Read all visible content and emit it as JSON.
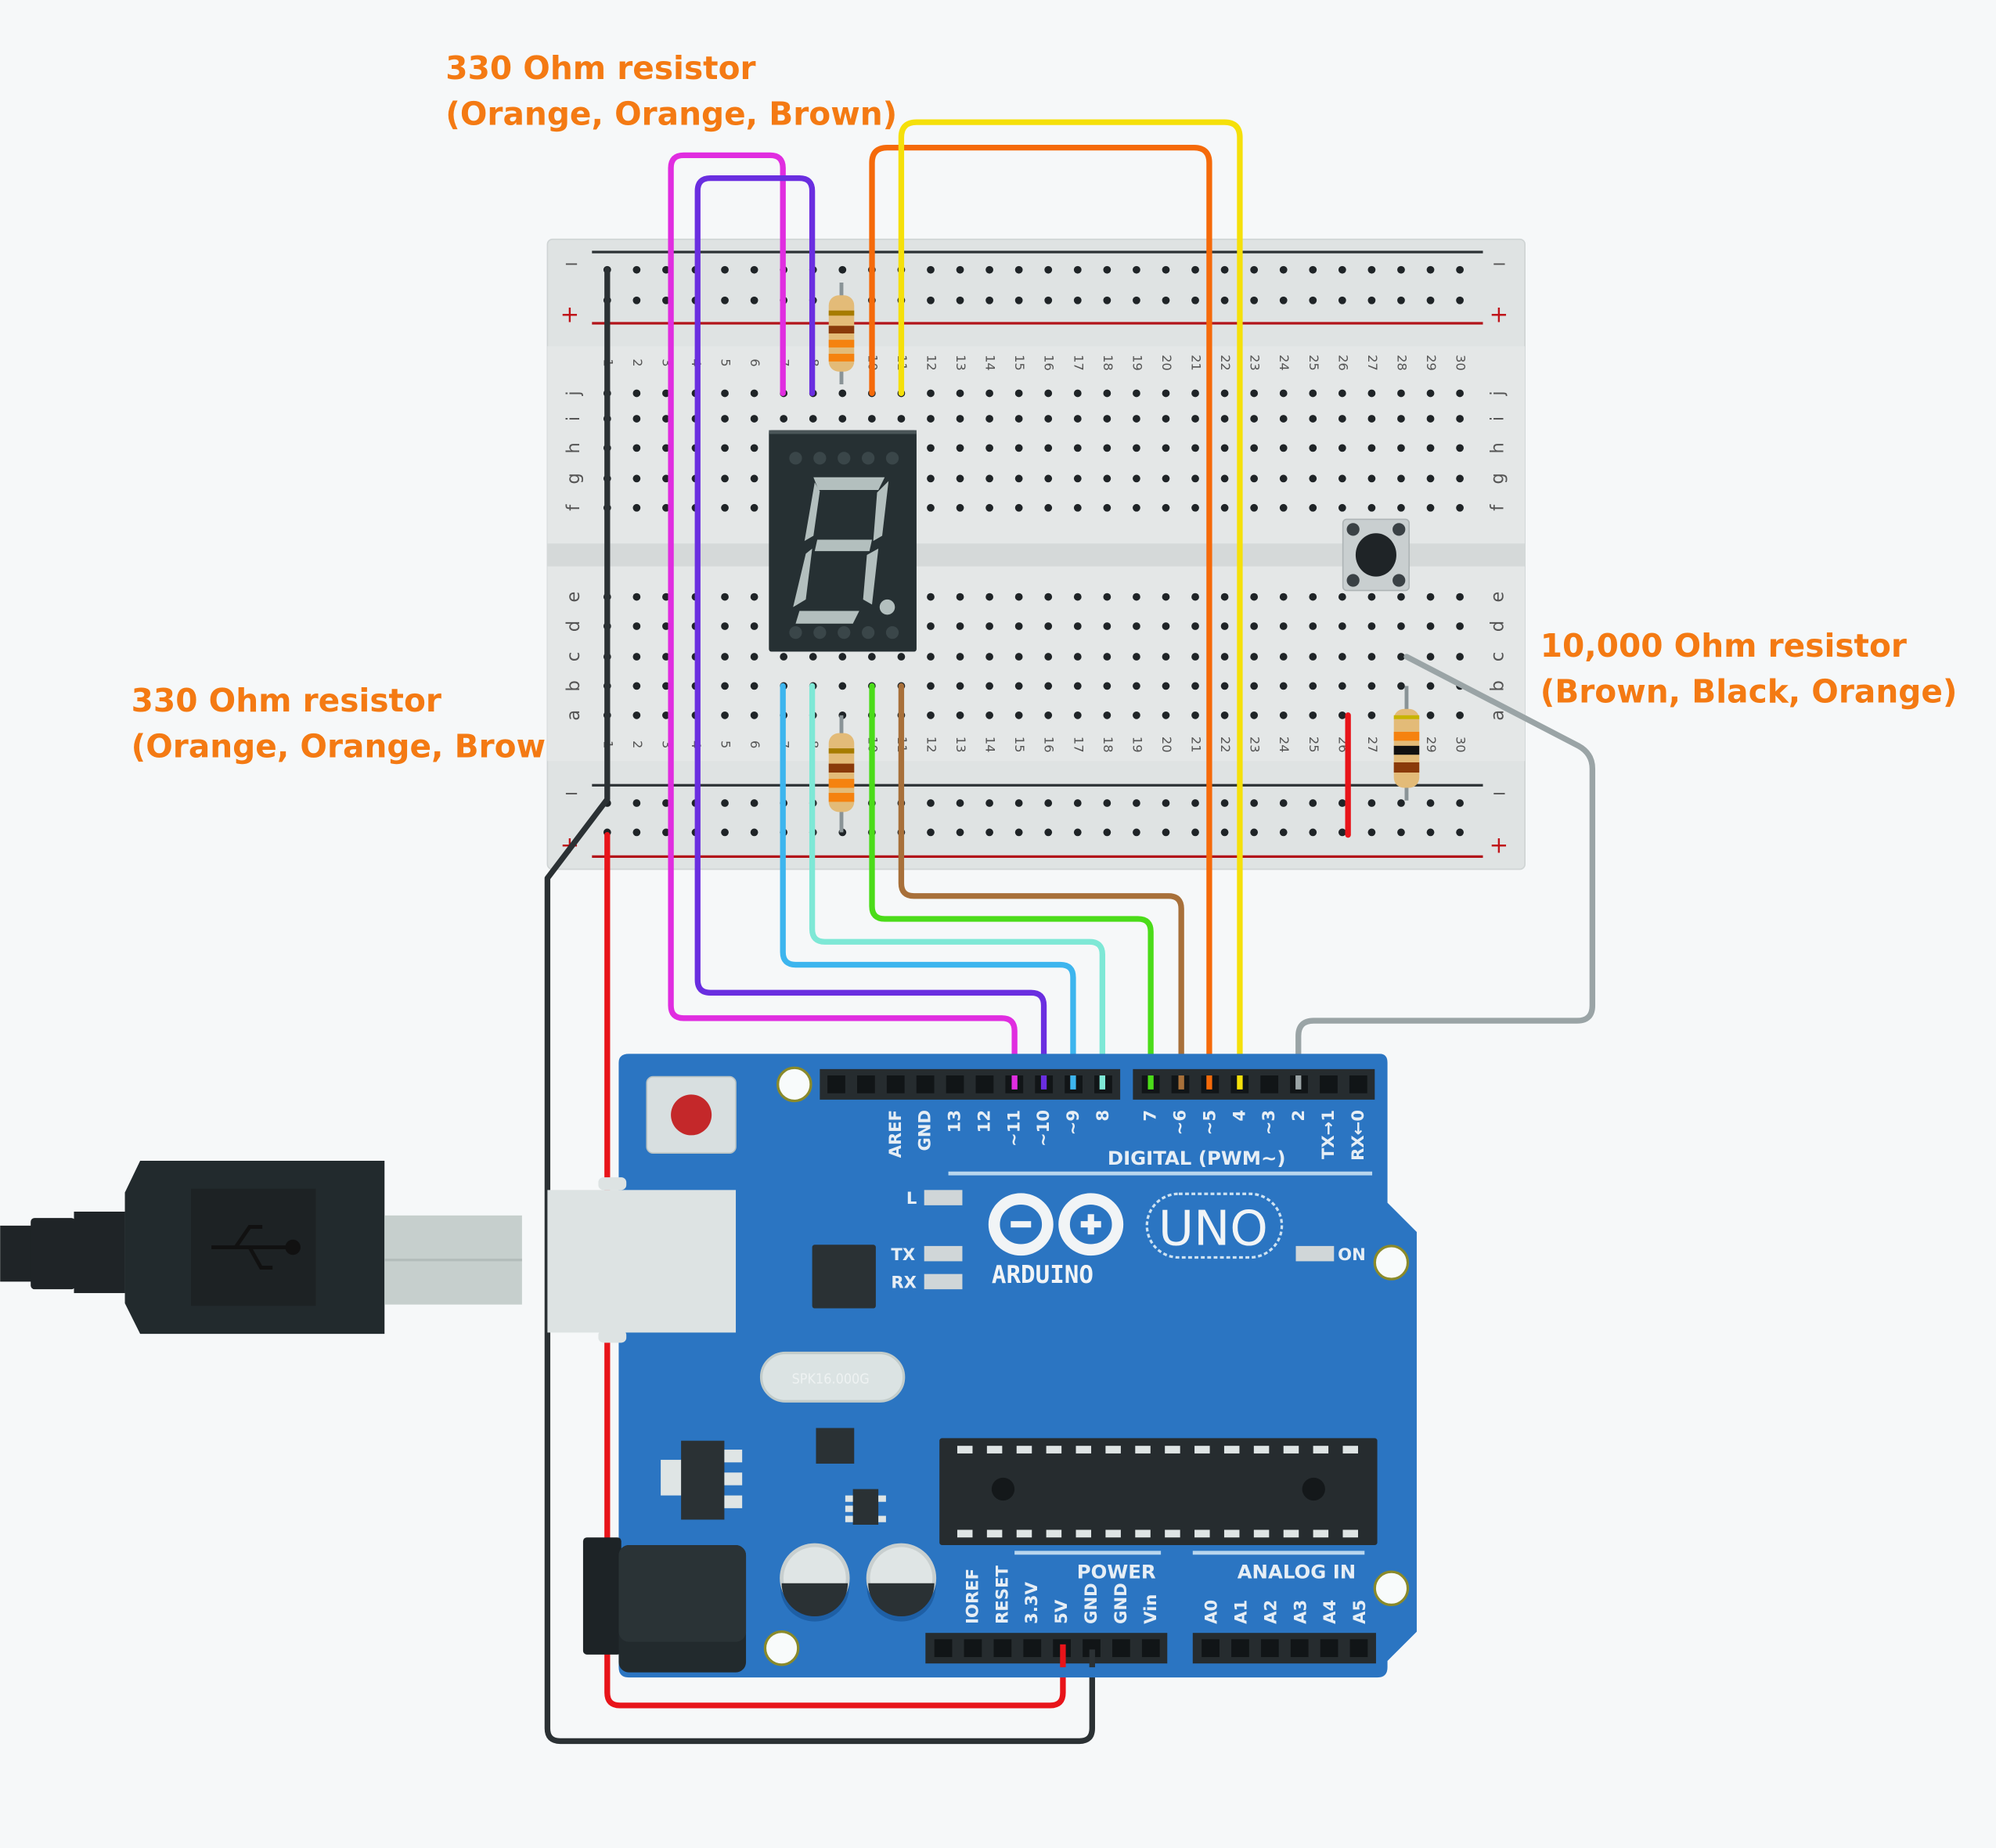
{
  "annotations": {
    "top_resistor": {
      "line1": "330 Ohm resistor",
      "line2": "(Orange, Orange, Brown)"
    },
    "bottom_resistor": {
      "line1": "330 Ohm resistor",
      "line2": "(Orange, Orange, Brown)"
    },
    "pulldown_resistor": {
      "line1": "10,000 Ohm resistor",
      "line2": "(Brown, Black, Orange)"
    },
    "color": "#f47a13"
  },
  "breadboard": {
    "rail_minus": "−",
    "rail_plus": "+",
    "row_letters_top": [
      "j",
      "i",
      "h",
      "g",
      "f"
    ],
    "row_letters_bottom": [
      "e",
      "d",
      "c",
      "b",
      "a"
    ],
    "column_numbers": [
      "1",
      "2",
      "3",
      "4",
      "5",
      "6",
      "7",
      "8",
      "9",
      "10",
      "11",
      "12",
      "13",
      "14",
      "15",
      "16",
      "17",
      "18",
      "19",
      "20",
      "21",
      "22",
      "23",
      "24",
      "25",
      "26",
      "27",
      "28",
      "29",
      "30"
    ]
  },
  "seven_segment": {
    "digit_shown": "8",
    "decimal_point": true
  },
  "arduino": {
    "board_name": "ARDUINO",
    "model": "UNO",
    "digital_header_label": "DIGITAL (PWM~)",
    "digital_pins": [
      "AREF",
      "GND",
      "13",
      "12",
      "~11",
      "~10",
      "~9",
      "8",
      "7",
      "~6",
      "~5",
      "4",
      "~3",
      "2",
      "TX→1",
      "RX←0"
    ],
    "power_header_label": "POWER",
    "power_pins": [
      "IOREF",
      "RESET",
      "3.3V",
      "5V",
      "GND",
      "GND",
      "Vin"
    ],
    "analog_header_label": "ANALOG IN",
    "analog_pins": [
      "A0",
      "A1",
      "A2",
      "A3",
      "A4",
      "A5"
    ],
    "led_labels": {
      "l": "L",
      "tx": "TX",
      "rx": "RX",
      "on": "ON"
    },
    "crystal_label": "SPK16.000G",
    "board_color": "#2b75c2"
  },
  "wires": [
    {
      "name": "magenta",
      "color": "#e02de0",
      "to_pin": "~11"
    },
    {
      "name": "purple",
      "color": "#6a2ee0",
      "to_pin": "~10"
    },
    {
      "name": "sky-blue",
      "color": "#3db5ee",
      "to_pin": "~9"
    },
    {
      "name": "aqua",
      "color": "#7ee8d6",
      "to_pin": "8"
    },
    {
      "name": "green",
      "color": "#4bdc19",
      "to_pin": "7"
    },
    {
      "name": "brown",
      "color": "#a8703a",
      "to_pin": "~6"
    },
    {
      "name": "orange",
      "color": "#f56a0a",
      "to_pin": "~5"
    },
    {
      "name": "yellow",
      "color": "#f5e00a",
      "to_pin": "4"
    },
    {
      "name": "gray",
      "color": "#9aa4a6",
      "to_pin": "2"
    },
    {
      "name": "red",
      "color": "#e8141a",
      "to_pin": "5V"
    },
    {
      "name": "black",
      "color": "#2b3134",
      "to_pin": "GND"
    }
  ]
}
